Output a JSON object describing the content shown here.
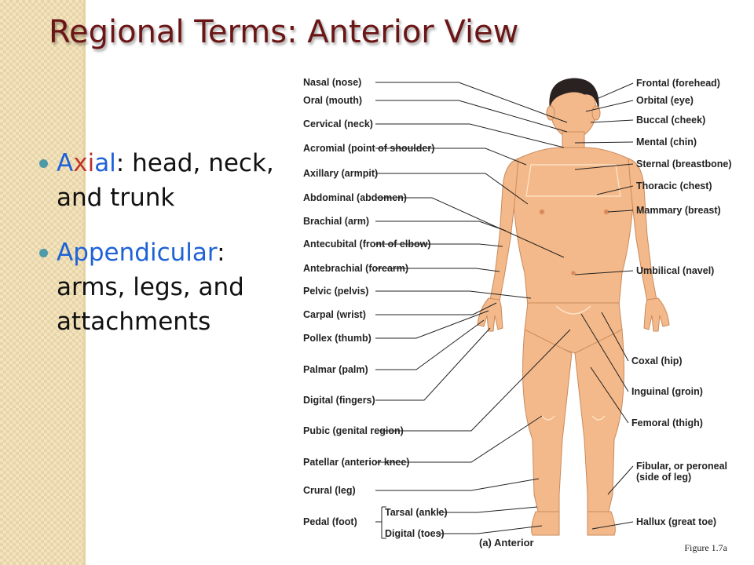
{
  "slide": {
    "title": "Regional Terms: Anterior View",
    "bullets": [
      {
        "term_part1": "A",
        "term_part2": "xi",
        "term_part3": "al",
        "rest": ": head, neck, and trunk"
      },
      {
        "term": "Appendicular",
        "rest": ": arms, legs, and attachments"
      }
    ],
    "figure_caption": "Figure 1.7a"
  },
  "diagram": {
    "view_label": "(a) Anterior",
    "left_labels": [
      "Nasal (nose)",
      "Oral (mouth)",
      "Cervical (neck)",
      "Acromial (point of shoulder)",
      "Axillary (armpit)",
      "Abdominal (abdomen)",
      "Brachial (arm)",
      "Antecubital (front of elbow)",
      "Antebrachial (forearm)",
      "Pelvic (pelvis)",
      "Carpal (wrist)",
      "Pollex (thumb)",
      "Palmar (palm)",
      "Digital (fingers)",
      "Pubic (genital region)",
      "Patellar (anterior knee)",
      "Crural (leg)",
      "Pedal (foot)",
      "Tarsal (ankle)",
      "Digital (toes)"
    ],
    "right_labels": [
      "Frontal (forehead)",
      "Orbital (eye)",
      "Buccal (cheek)",
      "Mental (chin)",
      "Sternal (breastbone)",
      "Thoracic (chest)",
      "Mammary (breast)",
      "Umbilical (navel)",
      "Coxal (hip)",
      "Inguinal (groin)",
      "Femoral (thigh)",
      "Fibular, or peroneal",
      "(side of leg)",
      "Hallux (great toe)"
    ],
    "colors": {
      "skin": "#f4b98a",
      "skin_shade": "#e59a68",
      "hair": "#2a2220",
      "line": "#222222",
      "title": "#6b1616",
      "accent_blue": "#1e62d6",
      "accent_red": "#c0332b"
    }
  }
}
